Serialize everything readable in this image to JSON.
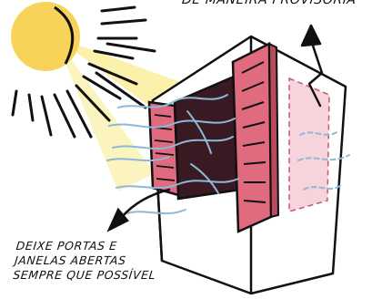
{
  "annotations": {
    "top_note": "DE MANEIRA PROVISÓRIA",
    "bottom_note": [
      "DEIXE PORTAS E",
      "JANELAS ABERTAS",
      "SEMPRE QUE POSSÍVEL"
    ]
  },
  "colors": {
    "sun": "#f7d35a",
    "sun_rays": "#111111",
    "sun_light": "#fbef9c",
    "shutter": "#e06b7f",
    "shutter_dark": "#b94a5e",
    "window_interior": "#3a1a22",
    "side_window": "#f7d3dc",
    "air_flow": "#8fb8d8",
    "outline": "#111111"
  },
  "icons": [
    "sun-icon",
    "building-icon",
    "window-icon",
    "shutter-icon",
    "air-flow-icon",
    "arrow-up-icon",
    "arrow-down-left-icon"
  ]
}
